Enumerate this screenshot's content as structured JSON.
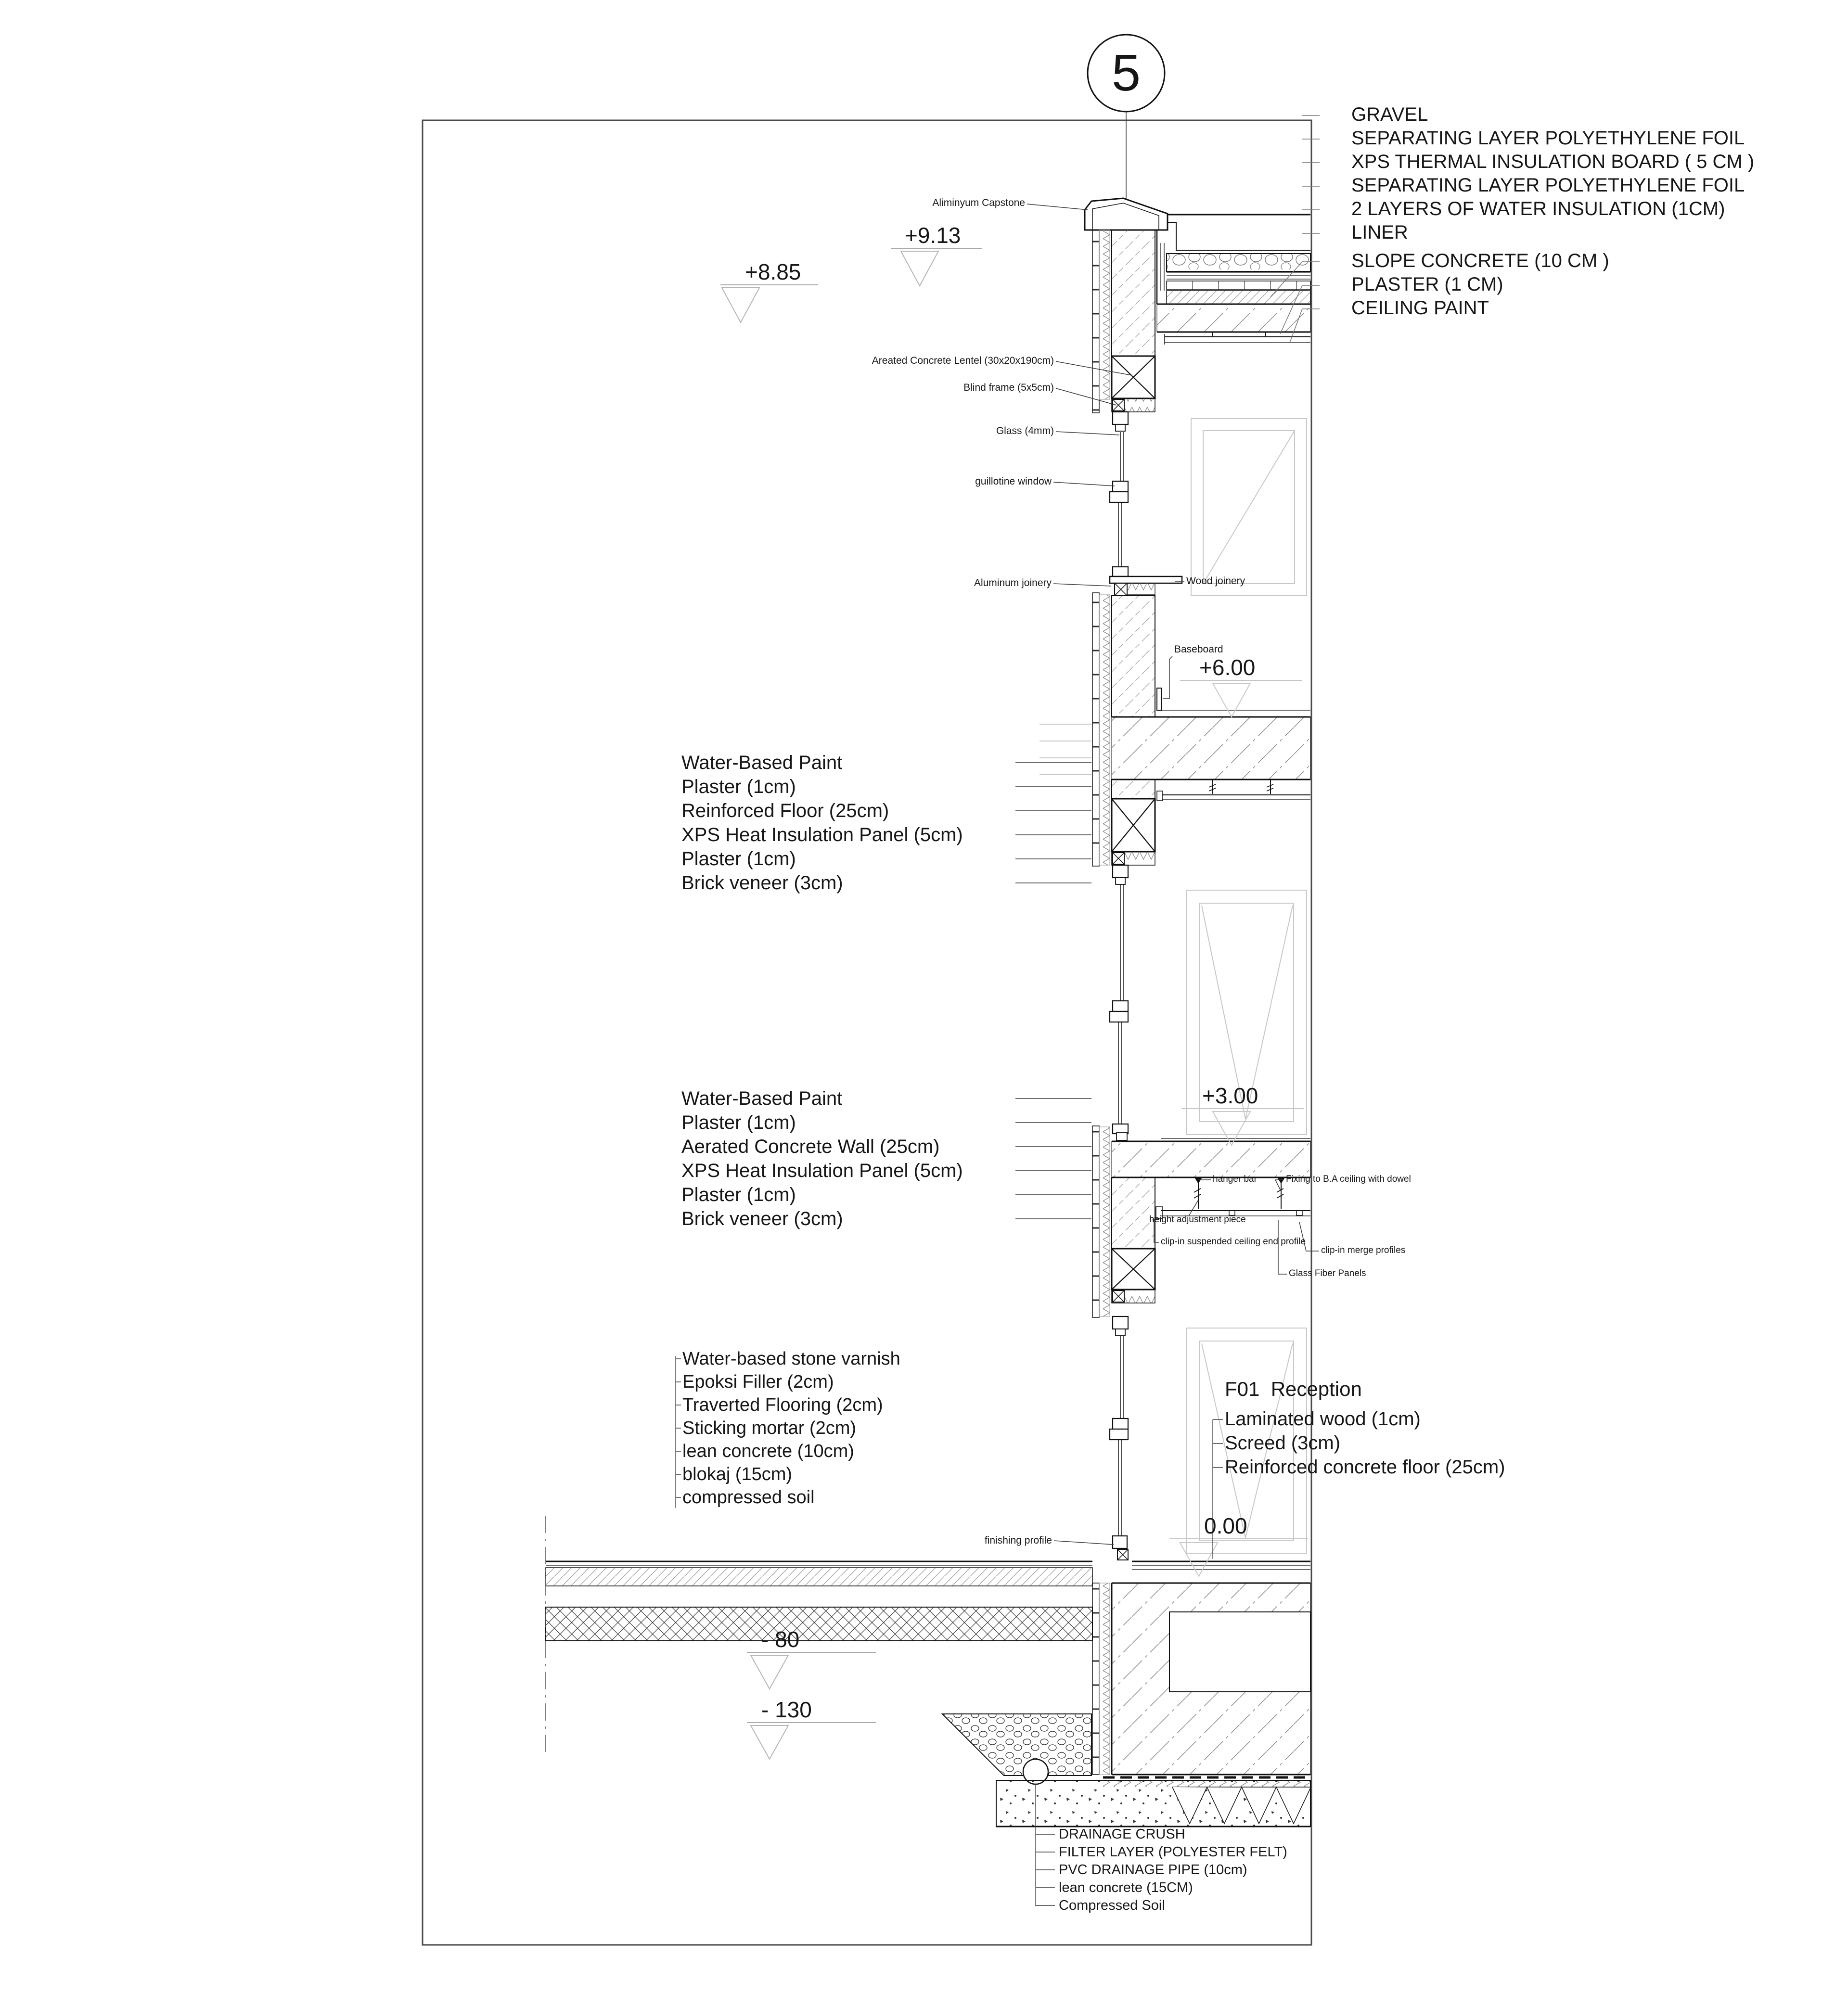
{
  "style": {
    "ink": "#1a1a1a",
    "faint_gray": "#c8c8c8",
    "marker_gray": "#b5b5b5",
    "paper": "#ffffff"
  },
  "title_bubble": "5",
  "roof": {
    "layers": [
      "GRAVEL",
      "SEPARATING LAYER POLYETHYLENE FOIL",
      "XPS THERMAL INSULATION BOARD ( 5 CM )",
      "SEPARATING LAYER POLYETHYLENE FOIL",
      "2 LAYERS OF WATER INSULATION (1CM)",
      "LINER",
      "SLOPE CONCRETE (10 CM )",
      "PLASTER (1 CM)",
      "CEILING PAINT"
    ]
  },
  "levels": {
    "p913": "+9.13",
    "p885": "+8.85",
    "p600": "+6.00",
    "p300": "+3.00",
    "zero": "0.00",
    "m80": "- 80",
    "m130": "- 130"
  },
  "callouts": {
    "capstone": "Aliminyum Capstone",
    "lentel": "Areated Concrete Lentel (30x20x190cm)",
    "blind_frame": "Blind frame (5x5cm)",
    "glass": "Glass (4mm)",
    "guillotine": "guillotine window",
    "aluminum_joinery": "Aluminum joinery",
    "wood_joinery": "Wood joinery",
    "baseboard": "Baseboard",
    "hanger_bar": "hanger bar",
    "fixing_dowel": "Fixing to B.A ceiling with dowel",
    "height_adjustment": "height adjustment piece",
    "clip_end_profile": "clip-in suspended ceiling end profile",
    "clip_merge_profiles": "clip-in merge profiles",
    "glass_fiber_panels": "Glass Fiber Panels",
    "finishing_profile": "finishing profile"
  },
  "upper_wall_layers": [
    "Water-Based Paint",
    "Plaster (1cm)",
    "Reinforced Floor (25cm)",
    "XPS Heat Insulation Panel (5cm)",
    "Plaster (1cm)",
    "Brick veneer (3cm)"
  ],
  "lower_wall_layers": [
    "Water-Based Paint",
    "Plaster (1cm)",
    "Aerated Concrete Wall (25cm)",
    "XPS Heat Insulation Panel (5cm)",
    "Plaster (1cm)",
    "Brick veneer (3cm)"
  ],
  "ground_floor_layers": [
    "Water-based stone varnish",
    "Epoksi Filler (2cm)",
    "Traverted Flooring (2cm)",
    "Sticking mortar (2cm)",
    "lean concrete (10cm)",
    "blokaj (15cm)",
    "compressed soil"
  ],
  "reception": {
    "title": "F01  Reception",
    "layers": [
      "Laminated wood (1cm)",
      "Screed (3cm)",
      "Reinforced concrete floor (25cm)"
    ]
  },
  "foundation_layers": [
    "DRAINAGE CRUSH",
    "FILTER LAYER (POLYESTER FELT)",
    "PVC DRAINAGE PIPE (10cm)",
    "lean concrete (15CM)",
    "Compressed Soil"
  ]
}
